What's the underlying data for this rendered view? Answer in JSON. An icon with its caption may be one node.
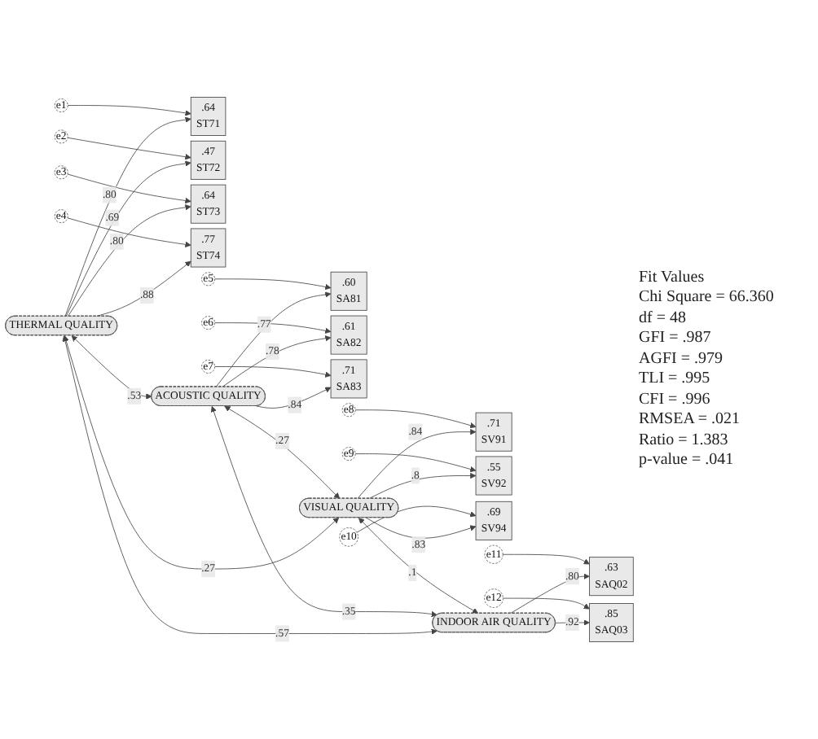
{
  "diagram": {
    "nodes": [
      {
        "text": [
          "THERMAL QUALITY"
        ]
      },
      {
        "text": [
          ".64",
          "ST71"
        ]
      },
      {
        "text": [
          ".47",
          "ST72"
        ]
      },
      {
        "text": [
          ".64",
          "ST73"
        ]
      },
      {
        "text": [
          ".77",
          "ST74"
        ]
      },
      {
        "text": [
          "e1"
        ]
      },
      {
        "text": [
          "e2"
        ]
      },
      {
        "text": [
          "e3"
        ]
      },
      {
        "text": [
          "e4"
        ]
      },
      {
        "text": [
          "ACOUSTIC QUALITY"
        ]
      },
      {
        "text": [
          ".60",
          "SA81"
        ]
      },
      {
        "text": [
          ".61",
          "SA82"
        ]
      },
      {
        "text": [
          ".71",
          "SA83"
        ]
      },
      {
        "text": [
          "e5"
        ]
      },
      {
        "text": [
          "e6"
        ]
      },
      {
        "text": [
          "e7"
        ]
      },
      {
        "text": [
          "VISUAL QUALITY"
        ]
      },
      {
        "text": [
          ".71",
          "SV91"
        ]
      },
      {
        "text": [
          ".55",
          "SV92"
        ]
      },
      {
        "text": [
          ".69",
          "SV94"
        ]
      },
      {
        "text": [
          "e8"
        ]
      },
      {
        "text": [
          "e9"
        ]
      },
      {
        "text": [
          "e10"
        ]
      },
      {
        "text": [
          "INDOOR AIR QUALITY"
        ]
      },
      {
        "text": [
          ".63",
          "SAQ02"
        ]
      },
      {
        "text": [
          ".85",
          "SAQ03"
        ]
      },
      {
        "text": [
          "e11"
        ]
      },
      {
        "text": [
          "e12"
        ]
      }
    ],
    "edges": [
      {
        "from": 0,
        "to": 1,
        "arrow": "to",
        "label": ".80"
      },
      {
        "from": 0,
        "to": 2,
        "arrow": "to",
        "label": ".69"
      },
      {
        "from": 0,
        "to": 3,
        "arrow": "to",
        "label": ".80"
      },
      {
        "from": 0,
        "to": 4,
        "arrow": "to",
        "label": ".88"
      },
      {
        "from": 5,
        "to": 1,
        "arrow": "to"
      },
      {
        "from": 6,
        "to": 2,
        "arrow": "to"
      },
      {
        "from": 7,
        "to": 3,
        "arrow": "to"
      },
      {
        "from": 8,
        "to": 4,
        "arrow": "to"
      },
      {
        "from": 9,
        "to": 10,
        "arrow": "to",
        "label": ".77"
      },
      {
        "from": 9,
        "to": 11,
        "arrow": "to",
        "label": ".78"
      },
      {
        "from": 9,
        "to": 12,
        "arrow": "to",
        "label": ".84"
      },
      {
        "from": 13,
        "to": 10,
        "arrow": "to"
      },
      {
        "from": 14,
        "to": 11,
        "arrow": "to"
      },
      {
        "from": 15,
        "to": 12,
        "arrow": "to"
      },
      {
        "from": 16,
        "to": 17,
        "arrow": "to",
        "label": ".84"
      },
      {
        "from": 16,
        "to": 18,
        "arrow": "to",
        "label": ".8"
      },
      {
        "from": 16,
        "to": 19,
        "arrow": "to",
        "label": ".83"
      },
      {
        "from": 20,
        "to": 17,
        "arrow": "to"
      },
      {
        "from": 21,
        "to": 18,
        "arrow": "to"
      },
      {
        "from": 22,
        "to": 19,
        "arrow": "to"
      },
      {
        "from": 23,
        "to": 24,
        "arrow": "to",
        "label": ".80"
      },
      {
        "from": 23,
        "to": 25,
        "arrow": "to",
        "label": ".92"
      },
      {
        "from": 26,
        "to": 24,
        "arrow": "to"
      },
      {
        "from": 27,
        "to": 25,
        "arrow": "to"
      },
      {
        "from": 0,
        "to": 9,
        "arrow": "both",
        "label": ".53"
      },
      {
        "from": 0,
        "to": 16,
        "arrow": "both",
        "label": ".27"
      },
      {
        "from": 0,
        "to": 23,
        "arrow": "both",
        "label": ".57"
      },
      {
        "from": 9,
        "to": 16,
        "arrow": "both",
        "label": ".27"
      },
      {
        "from": 9,
        "to": 23,
        "arrow": "both",
        "label": ".35"
      },
      {
        "from": 16,
        "to": 23,
        "arrow": "both",
        "label": ".1"
      }
    ],
    "labels": [
      "Fit Values",
      "Chi Square = 66.360",
      "df = 48",
      "GFI = .987",
      "AGFI = .979",
      "TLI = .995",
      "CFI = .996",
      "RMSEA = .021",
      "Ratio = 1.383",
      "p-value = .041"
    ]
  }
}
